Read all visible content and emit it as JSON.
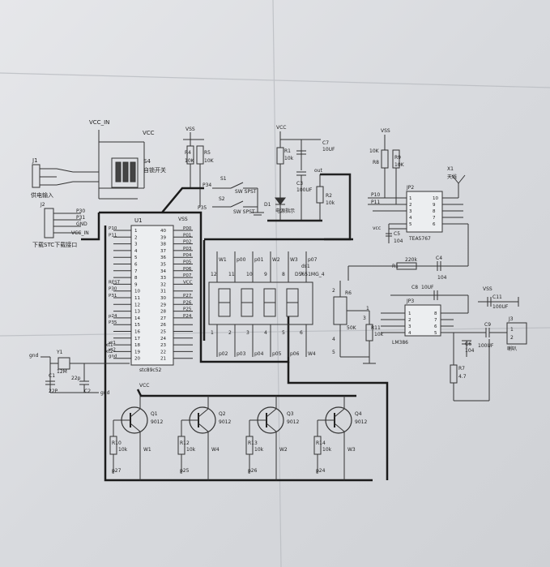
{
  "schematic": {
    "power": {
      "vcc_in": "VCC_IN",
      "vcc": "VCC"
    },
    "power_jack": {
      "ref": "J1",
      "label": "供电输入"
    },
    "download_header": {
      "ref": "J2",
      "label": "下载STC下载接口",
      "pins": [
        "P30",
        "P31",
        "GND",
        "VCC_IN"
      ]
    },
    "dip_switch": {
      "ref": "S4",
      "label": "自锁开关"
    },
    "resistors": {
      "r4": {
        "ref": "R4",
        "value": "10K"
      },
      "r5": {
        "ref": "R5",
        "value": "10K"
      },
      "r1": {
        "ref": "R1",
        "value": "10k"
      },
      "r2": {
        "ref": "R2",
        "value": "10k"
      },
      "r8": {
        "ref": "R8",
        "value": "10K"
      },
      "r9": {
        "ref": "R9",
        "value": "10K"
      },
      "r1b": {
        "ref": "R1",
        "value": "220k"
      },
      "r6": {
        "ref": "R6",
        "value": "50K"
      },
      "r11": {
        "ref": "R11",
        "value": "10k"
      },
      "r7": {
        "ref": "R7",
        "value": "4.7"
      },
      "r10": {
        "ref": "R10",
        "value": "10k"
      },
      "r12": {
        "ref": "R12",
        "value": "10k"
      },
      "r13": {
        "ref": "R13",
        "value": "10k"
      },
      "r14": {
        "ref": "R14",
        "value": "10k"
      }
    },
    "switches": {
      "s1": {
        "ref": "S1",
        "net": "P34",
        "type": "SW SPST"
      },
      "s2": {
        "ref": "S2",
        "net": "P35",
        "type": "SW SPST"
      }
    },
    "capacitors": {
      "c7": {
        "ref": "C7",
        "value": "10UF"
      },
      "c3": {
        "ref": "C3",
        "value": "100UF"
      },
      "c5": {
        "ref": "C5",
        "value": "104"
      },
      "c4": {
        "ref": "C4",
        "value": "104"
      },
      "c8": {
        "ref": "C8",
        "value": "10UF"
      },
      "c11": {
        "ref": "C11",
        "value": "100UF"
      },
      "c6": {
        "ref": "C6",
        "value": "104"
      },
      "c9": {
        "ref": "C9",
        "value": "100UF"
      },
      "c1": {
        "ref": "C1",
        "value": "22P"
      },
      "c2": {
        "ref": "C2",
        "value": "22p"
      }
    },
    "led": {
      "ref": "D1",
      "label": "电源指示"
    },
    "antenna": {
      "ref": "X1",
      "label": "天线"
    },
    "radio_ic": {
      "ref": "JP2",
      "part": "TEA5767",
      "left_pins": [
        "1",
        "2",
        "3",
        "4",
        "5"
      ],
      "right_pins": [
        "10",
        "9",
        "8",
        "7",
        "6"
      ],
      "left_nets": [
        "P10",
        "P11"
      ]
    },
    "mcu": {
      "ref": "U1",
      "part": "stc89c52",
      "left_nets": [
        "P10",
        "P11",
        "",
        "",
        "",
        "",
        "",
        "",
        "REST",
        "P30",
        "P31",
        "",
        "",
        "p24",
        "P35",
        "",
        "",
        "xt1",
        "xt2",
        "gnd"
      ],
      "right_nets": [
        "P00",
        "P01",
        "P02",
        "P03",
        "P04",
        "P05",
        "P06",
        "P07",
        "VCC",
        "",
        "P27",
        "P26",
        "P25",
        "P24",
        "",
        "",
        "",
        "",
        "",
        ""
      ],
      "left_pins": [
        "1",
        "2",
        "3",
        "4",
        "5",
        "6",
        "7",
        "8",
        "9",
        "10",
        "11",
        "12",
        "13",
        "14",
        "15",
        "16",
        "17",
        "18",
        "19",
        "20"
      ],
      "right_pins": [
        "40",
        "39",
        "38",
        "37",
        "36",
        "35",
        "34",
        "33",
        "32",
        "31",
        "30",
        "29",
        "28",
        "27",
        "26",
        "25",
        "24",
        "23",
        "22",
        "21"
      ],
      "top_net": "VSS"
    },
    "display": {
      "ref": "ds1",
      "part": "D5651MG_4",
      "top_labels": [
        "W1",
        "p00",
        "p01",
        "W2",
        "W3",
        "p07"
      ],
      "bottom_labels": [
        "p02",
        "p03",
        "p04",
        "p05",
        "p06",
        "W4"
      ],
      "top_pins": [
        "12",
        "11",
        "10",
        "9",
        "8",
        "7"
      ],
      "bottom_pins": [
        "1",
        "2",
        "3",
        "4",
        "5",
        "6"
      ]
    },
    "crystal": {
      "ref": "Y1",
      "value": "12M",
      "gnd": "gnd",
      "xt1": "xt1",
      "xt2": "xt2"
    },
    "amp_ic": {
      "ref": "JP3",
      "part": "LM386",
      "left_pins": [
        "1",
        "2",
        "3",
        "4"
      ],
      "right_pins": [
        "8",
        "7",
        "6",
        "5"
      ]
    },
    "speaker": {
      "ref": "J3",
      "label": "喇叭",
      "pins": [
        "1",
        "2"
      ]
    },
    "pot_labels": [
      "1",
      "2",
      "3",
      "4",
      "5"
    ],
    "transistors": [
      {
        "ref": "Q1",
        "part": "9012",
        "r": "R10",
        "rv": "10k",
        "net": "p27",
        "w": "W1"
      },
      {
        "ref": "Q2",
        "part": "9012",
        "r": "R12",
        "rv": "10k",
        "net": "p25",
        "w": "W4"
      },
      {
        "ref": "Q3",
        "part": "9012",
        "r": "R13",
        "rv": "10k",
        "net": "p26",
        "w": "W2"
      },
      {
        "ref": "Q4",
        "part": "9012",
        "r": "R14",
        "rv": "10k",
        "net": "p24",
        "w": "W3"
      }
    ],
    "misc": {
      "vss": "VSS",
      "vcc": "VCC",
      "out": "out",
      "vcc_small": "vcc",
      "gnd": "gnd"
    }
  }
}
